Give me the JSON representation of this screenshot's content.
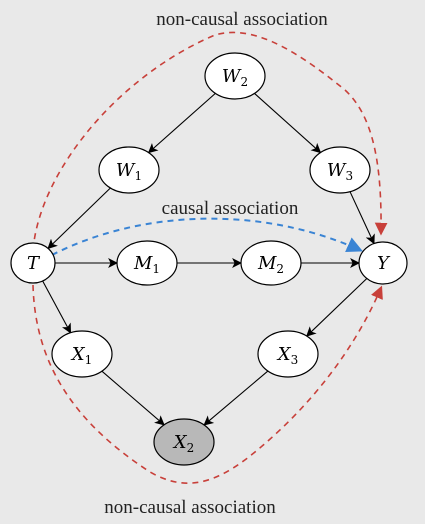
{
  "labels": {
    "top": "non-causal association",
    "middle": "causal association",
    "bottom": "non-causal association"
  },
  "nodes": [
    {
      "id": "W2",
      "base": "W",
      "sub": "2"
    },
    {
      "id": "W1",
      "base": "W",
      "sub": "1"
    },
    {
      "id": "W3",
      "base": "W",
      "sub": "3"
    },
    {
      "id": "T",
      "base": "T",
      "sub": ""
    },
    {
      "id": "M1",
      "base": "M",
      "sub": "1"
    },
    {
      "id": "M2",
      "base": "M",
      "sub": "2"
    },
    {
      "id": "Y",
      "base": "Y",
      "sub": ""
    },
    {
      "id": "X1",
      "base": "X",
      "sub": "1"
    },
    {
      "id": "X3",
      "base": "X",
      "sub": "3"
    },
    {
      "id": "X2",
      "base": "X",
      "sub": "2"
    }
  ],
  "edges": [
    [
      "W2",
      "W1"
    ],
    [
      "W2",
      "W3"
    ],
    [
      "W1",
      "T"
    ],
    [
      "W3",
      "Y"
    ],
    [
      "T",
      "M1"
    ],
    [
      "M1",
      "M2"
    ],
    [
      "M2",
      "Y"
    ],
    [
      "T",
      "X1"
    ],
    [
      "Y",
      "X3"
    ],
    [
      "X1",
      "X2"
    ],
    [
      "X3",
      "X2"
    ]
  ],
  "colors": {
    "non_causal_path": "#c8403a",
    "causal_path": "#3a84d4",
    "shaded_node": "#b8b8b8",
    "background": "#e9e9e9"
  }
}
